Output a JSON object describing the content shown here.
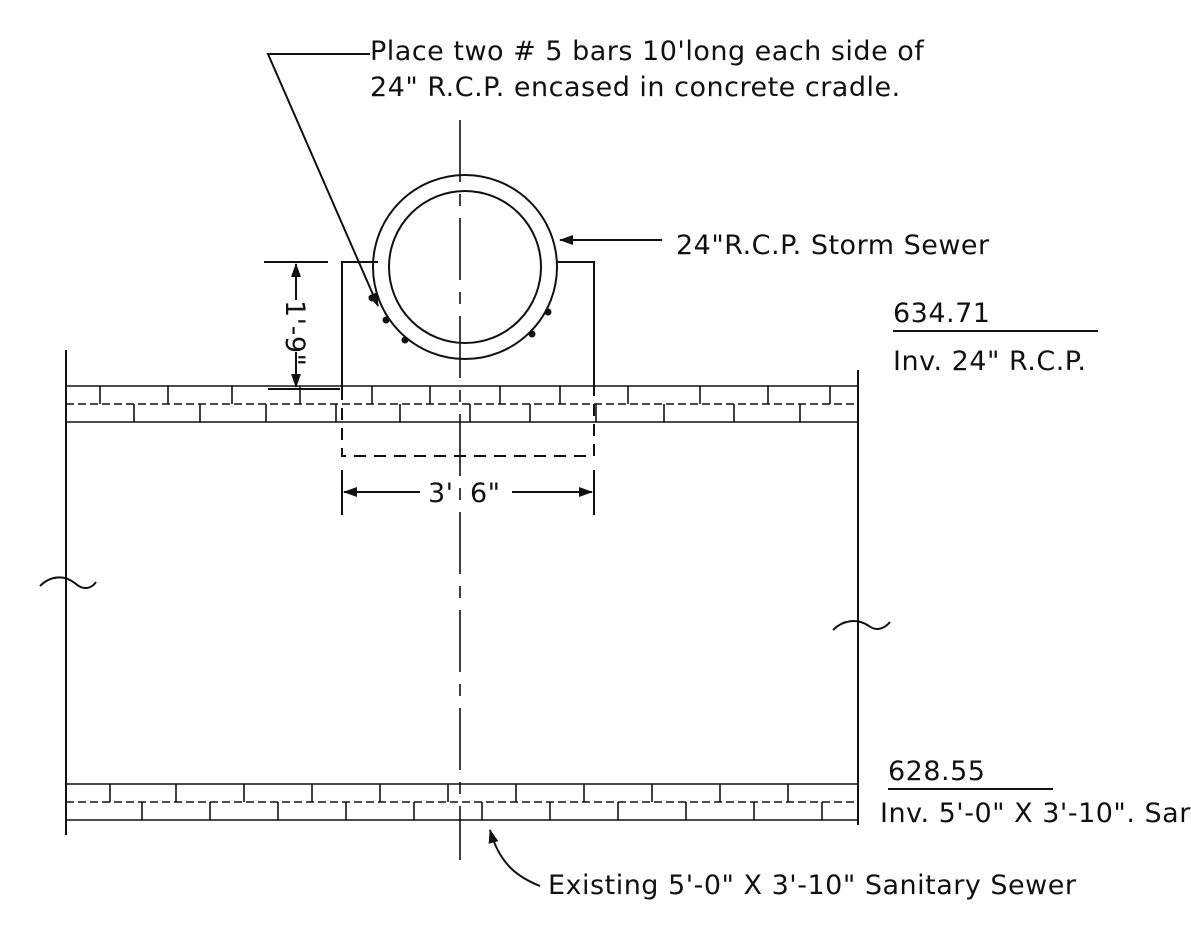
{
  "drawing": {
    "note_line1": "Place two # 5 bars 10'long each side of",
    "note_line2": "24\" R.C.P. encased in concrete cradle.",
    "storm_sewer_label": "24\"R.C.P. Storm Sewer",
    "cradle_height_dim": "1'-9\"",
    "cradle_width_dim_left": "3'",
    "cradle_width_dim_right": "6\"",
    "rcp_elevation": "634.71",
    "rcp_invert_label": "Inv. 24\" R.C.P.",
    "sanitary_elevation": "628.55",
    "sanitary_invert_label": "Inv. 5'-0\" X 3'-10\". Sar",
    "existing_sewer_label": "Existing 5'-0\" X 3'-10\" Sanitary Sewer"
  }
}
